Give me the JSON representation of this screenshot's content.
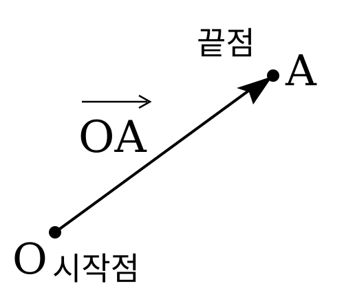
{
  "diagram": {
    "end_point": {
      "caption": "끝점",
      "letter": "A"
    },
    "start_point": {
      "caption": "시작점",
      "letter": "O"
    },
    "vector": {
      "label": "OA"
    },
    "colors": {
      "ink": "#000000",
      "background": "#ffffff"
    }
  }
}
